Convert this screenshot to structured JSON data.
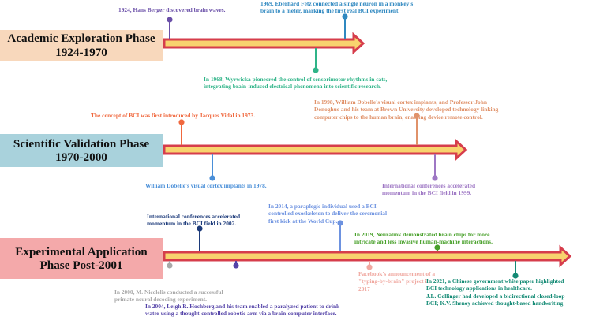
{
  "colors": {
    "arrow_fill": "#f8d36e",
    "arrow_stroke": "#d63d4c",
    "phase1_bg": "#f8d8bc",
    "phase2_bg": "#a9d2dc",
    "phase3_bg": "#f4a9aa"
  },
  "phases": [
    {
      "id": "phase-academic-exploration",
      "lines": [
        "Academic Exploration Phase",
        "1924-1970"
      ]
    },
    {
      "id": "phase-scientific-validation",
      "lines": [
        "Scientific Validation Phase",
        "1970-2000"
      ]
    },
    {
      "id": "phase-experimental-application",
      "lines": [
        "Experimental Application",
        "Phase Post-2001"
      ]
    }
  ],
  "events": [
    {
      "id": "event-1924-hans-berger",
      "color": "#6a4fa8",
      "lines": [
        "1924, Hans Berger discovered brain waves."
      ]
    },
    {
      "id": "event-1969-eberhard-fetz",
      "color": "#2f88c0",
      "lines": [
        "1969, Eberhard Fetz connected a single neuron in a monkey's",
        "brain to a meter, marking the first real BCI experiment."
      ]
    },
    {
      "id": "event-1968-wyrwicka",
      "color": "#2fb488",
      "lines": [
        "In 1968, Wyrwicka pioneered the control of sensorimotor rhythms in cats,",
        "integrating brain-induced electrical phenomena into scientific research."
      ]
    },
    {
      "id": "event-jacques-vidal",
      "color": "#f0683e",
      "lines": [
        "The concept of BCI was first introduced by Jacques Vidal in 1973."
      ]
    },
    {
      "id": "event-1998-dobelle-donoghue",
      "color": "#e0926a",
      "lines": [
        "In 1998, William Dobelle's visual cortex implants, and Professor John",
        "Donoghue and his team at Brown University developed technology linking",
        "computer chips to the human brain, enabling device remote control."
      ]
    },
    {
      "id": "event-1978-dobelle",
      "color": "#4a8fd8",
      "lines": [
        "William Dobelle's visual cortex implants in 1978."
      ]
    },
    {
      "id": "event-1999-conferences",
      "color": "#9e77c4",
      "lines": [
        "International conferences accelerated",
        "momentum in the BCI field in 1999."
      ]
    },
    {
      "id": "event-2002-conferences",
      "color": "#1c3a7a",
      "lines": [
        "International conferences accelerated",
        "momentum in the BCI field in 2002."
      ]
    },
    {
      "id": "event-2014-exoskeleton",
      "color": "#6d92e0",
      "lines": [
        "In 2014, a paraplegic individual used a BCI-",
        "controlled exoskeleton to deliver the ceremonial",
        "first kick at the World Cup."
      ]
    },
    {
      "id": "event-2019-neuralink",
      "color": "#48a02a",
      "lines": [
        "In 2019, Neuralink demonstrated brain chips for more",
        "intricate and less invasive human-machine interactions."
      ]
    },
    {
      "id": "event-2000-nicolelis",
      "color": "#a8a8a8",
      "lines": [
        "In 2000, M. Nicolelis conducted a successful",
        "primate neural decoding experiment."
      ]
    },
    {
      "id": "event-2004-hochberg",
      "color": "#5443a8",
      "lines": [
        "In 2004, Leigh R. Hochberg and his team enabled a paralyzed patient to drink",
        "water using a thought-controlled robotic arm via a brain-computer interface."
      ]
    },
    {
      "id": "event-2017-facebook",
      "color": "#f0a8a0",
      "lines": [
        "Facebook's announcement of a",
        "\"typing-by-brain\"  project in",
        "2017"
      ]
    },
    {
      "id": "event-2021-white-paper",
      "color": "#138a74",
      "lines": [
        "In 2021, a Chinese government white paper highlighted",
        "BCI technology applications in healthcare.",
        "J.L. Collinger had developed a bidirectional closed-loop",
        "BCI; K.V. Shenoy achieved thought-based handwriting"
      ]
    }
  ]
}
